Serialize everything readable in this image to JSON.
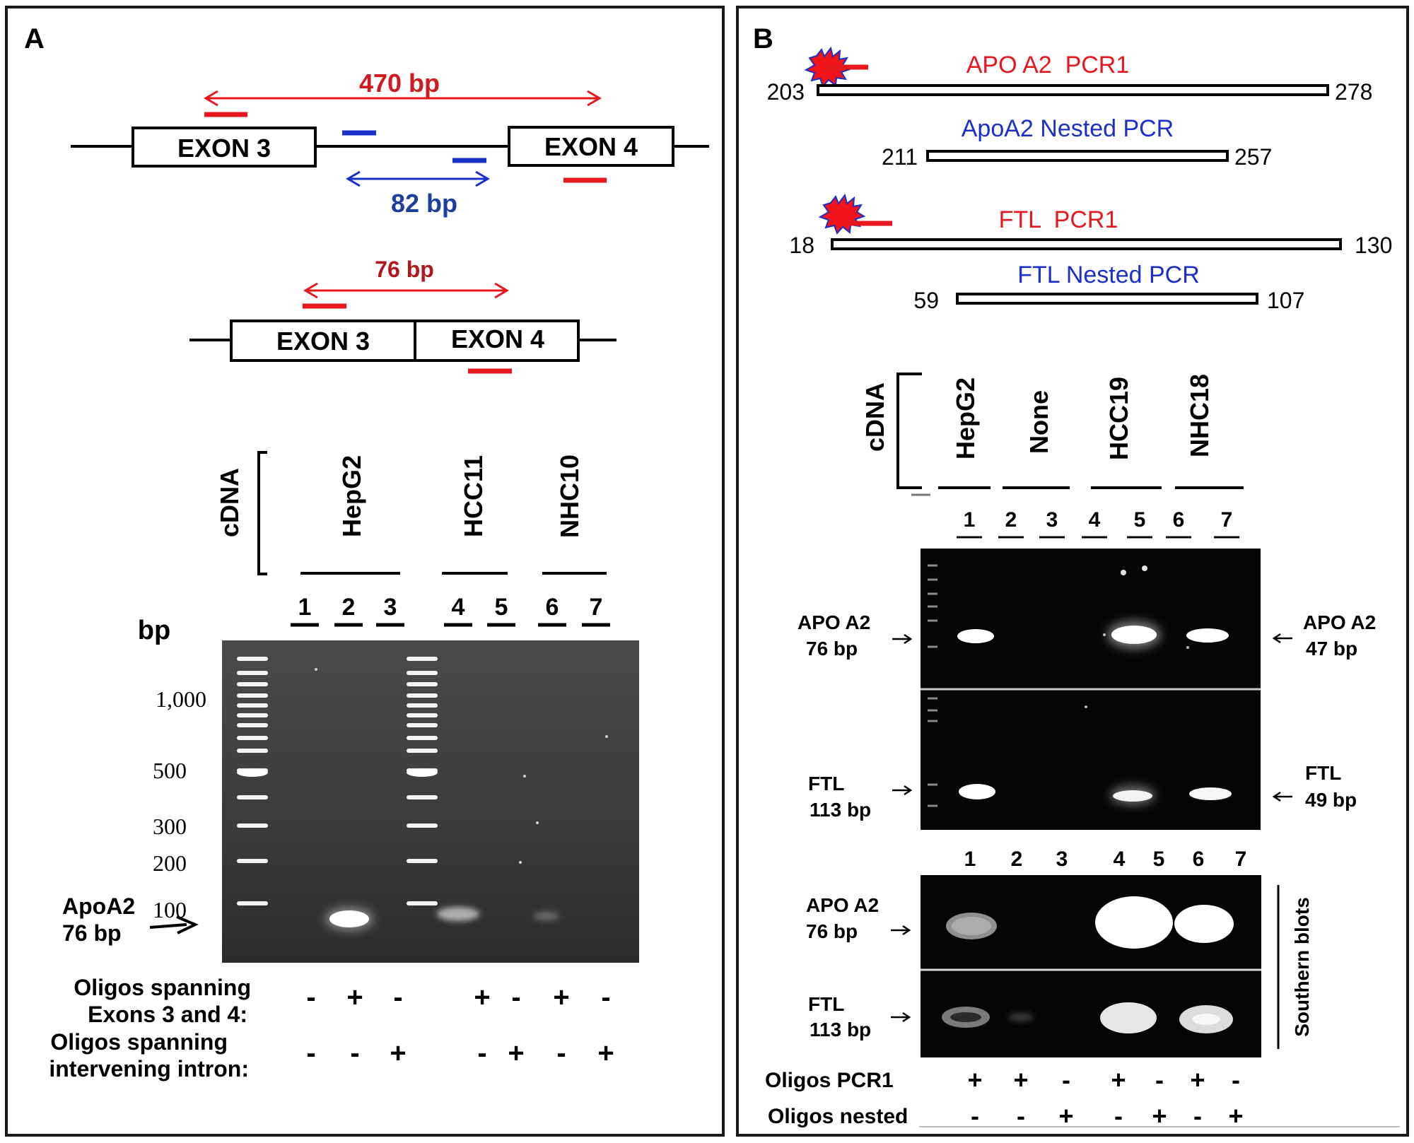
{
  "panel_a": {
    "letter": "A",
    "genomic": {
      "amplicon_470": "470 bp",
      "amplicon_82": "82 bp",
      "exon3": "EXON 3",
      "exon4": "EXON 4"
    },
    "spliced": {
      "amplicon_76": "76 bp",
      "exon3": "EXON 3",
      "exon4": "EXON 4"
    },
    "gel": {
      "cdna_label": "cDNA",
      "groups": [
        "HepG2",
        "HCC11",
        "NHC10"
      ],
      "lanes": [
        "1",
        "2",
        "3",
        "4",
        "5",
        "6",
        "7"
      ],
      "bp_label": "bp",
      "markers": [
        "1,000",
        "500",
        "300",
        "200",
        "100"
      ],
      "band_label_1": "ApoA2",
      "band_label_2": "76 bp"
    },
    "conditions": {
      "row1_label_1": "Oligos spanning",
      "row1_label_2": "Exons 3 and 4:",
      "row1_values": [
        "-",
        "+",
        "-",
        "+",
        "-",
        "+",
        "-"
      ],
      "row2_label_1": "Oligos spanning",
      "row2_label_2": "intervening intron:",
      "row2_values": [
        "-",
        "-",
        "+",
        "-",
        "+",
        "-",
        "+"
      ]
    }
  },
  "panel_b": {
    "letter": "B",
    "apo_pcr1": {
      "title": "APO A2  PCR1",
      "start": "203",
      "end": "278"
    },
    "apo_nested": {
      "title": "ApoA2 Nested PCR",
      "start": "211",
      "end": "257"
    },
    "ftl_pcr1": {
      "title": "FTL  PCR1",
      "start": "18",
      "end": "130"
    },
    "ftl_nested": {
      "title": "FTL Nested PCR",
      "start": "59",
      "end": "107"
    },
    "gel": {
      "cdna_label": "cDNA",
      "groups": [
        "HepG2",
        "None",
        "HCC19",
        "NHC18"
      ],
      "lanes": [
        "1",
        "2",
        "3",
        "4",
        "5",
        "6",
        "7"
      ],
      "apo_left_1": "APO A2",
      "apo_left_2": "76 bp",
      "apo_right_1": "APO A2",
      "apo_right_2": "47 bp",
      "ftl_left_1": "FTL",
      "ftl_left_2": "113 bp",
      "ftl_right_1": "FTL",
      "ftl_right_2": "49 bp"
    },
    "southern": {
      "lanes": [
        "1",
        "2",
        "3",
        "4",
        "5",
        "6",
        "7"
      ],
      "apo_1": "APO A2",
      "apo_2": "76 bp",
      "ftl_1": "FTL",
      "ftl_2": "113 bp",
      "side_label": "Southern blots"
    },
    "conditions": {
      "pcr1_label": "Oligos PCR1",
      "pcr1_values": [
        "+",
        "+",
        "-",
        "+",
        "-",
        "+",
        "-"
      ],
      "nested_label": "Oligos nested",
      "nested_values": [
        "-",
        "-",
        "+",
        "-",
        "+",
        "-",
        "+"
      ]
    }
  },
  "colors": {
    "red": "#e8171d",
    "dark_red": "#c8161c",
    "blue": "#1b2fc9",
    "gel_a": "#3e3e3e",
    "gel_b": "#050505"
  }
}
